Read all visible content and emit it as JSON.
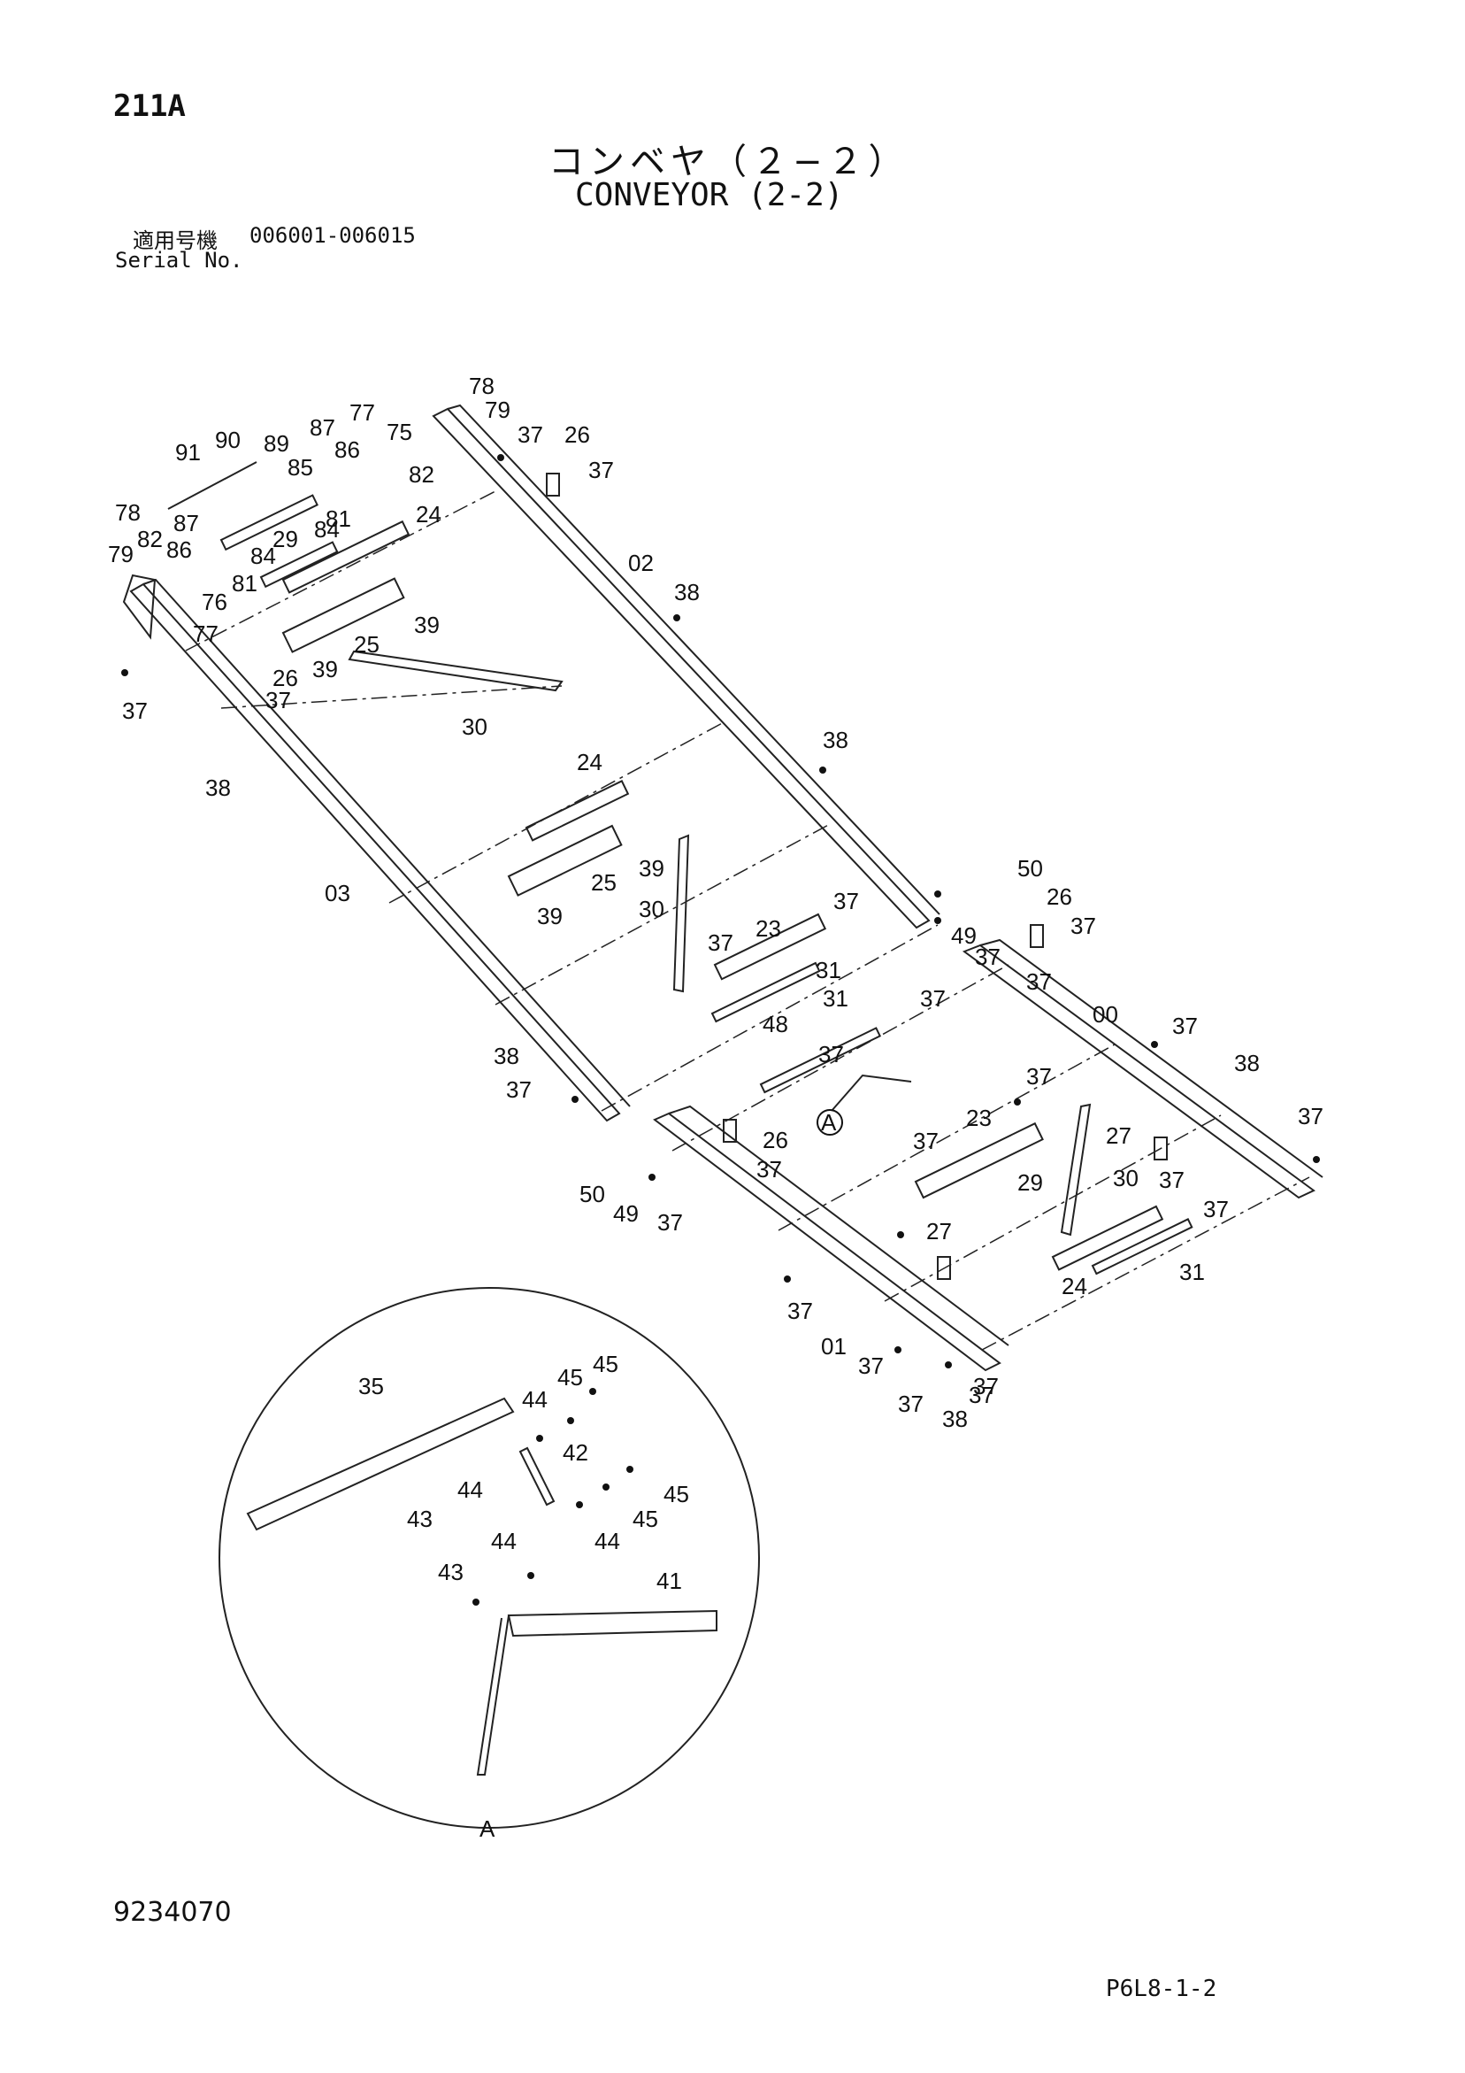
{
  "header": {
    "page_code": "211A",
    "title_ja": "コンベヤ（２−２）",
    "title_en": "CONVEYOR (2-2)",
    "serial_label_ja": "適用号機",
    "serial_range": "006001-006015",
    "serial_label_en": "Serial No."
  },
  "footer": {
    "drawing_number": "9234070",
    "page_ref": "P6L8-1-2"
  },
  "detail_view_label": "A",
  "callout_marker": "A",
  "parts": [
    {
      "id": "p1",
      "label": "78"
    },
    {
      "id": "p2",
      "label": "79"
    },
    {
      "id": "p3",
      "label": "77"
    },
    {
      "id": "p4",
      "label": "75"
    },
    {
      "id": "p5",
      "label": "87"
    },
    {
      "id": "p6",
      "label": "86"
    },
    {
      "id": "p7",
      "label": "82"
    },
    {
      "id": "p8",
      "label": "37"
    },
    {
      "id": "p9",
      "label": "26"
    },
    {
      "id": "p10",
      "label": "37"
    },
    {
      "id": "p11",
      "label": "91"
    },
    {
      "id": "p12",
      "label": "90"
    },
    {
      "id": "p13",
      "label": "89"
    },
    {
      "id": "p14",
      "label": "85"
    },
    {
      "id": "p15",
      "label": "87"
    },
    {
      "id": "p16",
      "label": "84"
    },
    {
      "id": "p17",
      "label": "81"
    },
    {
      "id": "p18",
      "label": "29"
    },
    {
      "id": "p19",
      "label": "84"
    },
    {
      "id": "p20",
      "label": "24"
    },
    {
      "id": "p21",
      "label": "78"
    },
    {
      "id": "p22",
      "label": "79"
    },
    {
      "id": "p23",
      "label": "82"
    },
    {
      "id": "p24",
      "label": "86"
    },
    {
      "id": "p25",
      "label": "76"
    },
    {
      "id": "p26",
      "label": "81"
    },
    {
      "id": "p27",
      "label": "77"
    },
    {
      "id": "p28",
      "label": "02"
    },
    {
      "id": "p29",
      "label": "38"
    },
    {
      "id": "p30",
      "label": "39"
    },
    {
      "id": "p31",
      "label": "25"
    },
    {
      "id": "p32",
      "label": "39"
    },
    {
      "id": "p33",
      "label": "26"
    },
    {
      "id": "p34",
      "label": "37"
    },
    {
      "id": "p35",
      "label": "37"
    },
    {
      "id": "p36",
      "label": "30"
    },
    {
      "id": "p37",
      "label": "38"
    },
    {
      "id": "p38",
      "label": "38"
    },
    {
      "id": "p39",
      "label": "24"
    },
    {
      "id": "p40",
      "label": "39"
    },
    {
      "id": "p41",
      "label": "25"
    },
    {
      "id": "p42",
      "label": "39"
    },
    {
      "id": "p43",
      "label": "03"
    },
    {
      "id": "p44",
      "label": "30"
    },
    {
      "id": "p45",
      "label": "37"
    },
    {
      "id": "p46",
      "label": "23"
    },
    {
      "id": "p47",
      "label": "37"
    },
    {
      "id": "p48",
      "label": "31"
    },
    {
      "id": "p49",
      "label": "31"
    },
    {
      "id": "p50",
      "label": "48"
    },
    {
      "id": "p51",
      "label": "37"
    },
    {
      "id": "p52",
      "label": "37"
    },
    {
      "id": "p53",
      "label": "50"
    },
    {
      "id": "p54",
      "label": "26"
    },
    {
      "id": "p55",
      "label": "37"
    },
    {
      "id": "p56",
      "label": "49"
    },
    {
      "id": "p57",
      "label": "37"
    },
    {
      "id": "p58",
      "label": "37"
    },
    {
      "id": "p59",
      "label": "00"
    },
    {
      "id": "p60",
      "label": "37"
    },
    {
      "id": "p61",
      "label": "38"
    },
    {
      "id": "p62",
      "label": "37"
    },
    {
      "id": "p63",
      "label": "38"
    },
    {
      "id": "p64",
      "label": "37"
    },
    {
      "id": "p65",
      "label": "37"
    },
    {
      "id": "p66",
      "label": "23"
    },
    {
      "id": "p67",
      "label": "37"
    },
    {
      "id": "p68",
      "label": "27"
    },
    {
      "id": "p69",
      "label": "26"
    },
    {
      "id": "p70",
      "label": "37"
    },
    {
      "id": "p71",
      "label": "29"
    },
    {
      "id": "p72",
      "label": "30"
    },
    {
      "id": "p73",
      "label": "37"
    },
    {
      "id": "p74",
      "label": "50"
    },
    {
      "id": "p75",
      "label": "49"
    },
    {
      "id": "p76",
      "label": "37"
    },
    {
      "id": "p77",
      "label": "37"
    },
    {
      "id": "p78",
      "label": "27"
    },
    {
      "id": "p79",
      "label": "24"
    },
    {
      "id": "p80",
      "label": "31"
    },
    {
      "id": "p81",
      "label": "37"
    },
    {
      "id": "p82",
      "label": "01"
    },
    {
      "id": "p83",
      "label": "37"
    },
    {
      "id": "p84",
      "label": "37"
    },
    {
      "id": "p85",
      "label": "37"
    },
    {
      "id": "p86",
      "label": "38"
    },
    {
      "id": "p87",
      "label": "37"
    },
    {
      "id": "p88",
      "label": "35"
    },
    {
      "id": "p89",
      "label": "44"
    },
    {
      "id": "p90",
      "label": "45"
    },
    {
      "id": "p91",
      "label": "45"
    },
    {
      "id": "p92",
      "label": "42"
    },
    {
      "id": "p93",
      "label": "44"
    },
    {
      "id": "p94",
      "label": "43"
    },
    {
      "id": "p95",
      "label": "45"
    },
    {
      "id": "p96",
      "label": "45"
    },
    {
      "id": "p97",
      "label": "44"
    },
    {
      "id": "p98",
      "label": "44"
    },
    {
      "id": "p99",
      "label": "43"
    },
    {
      "id": "p100",
      "label": "41"
    }
  ]
}
